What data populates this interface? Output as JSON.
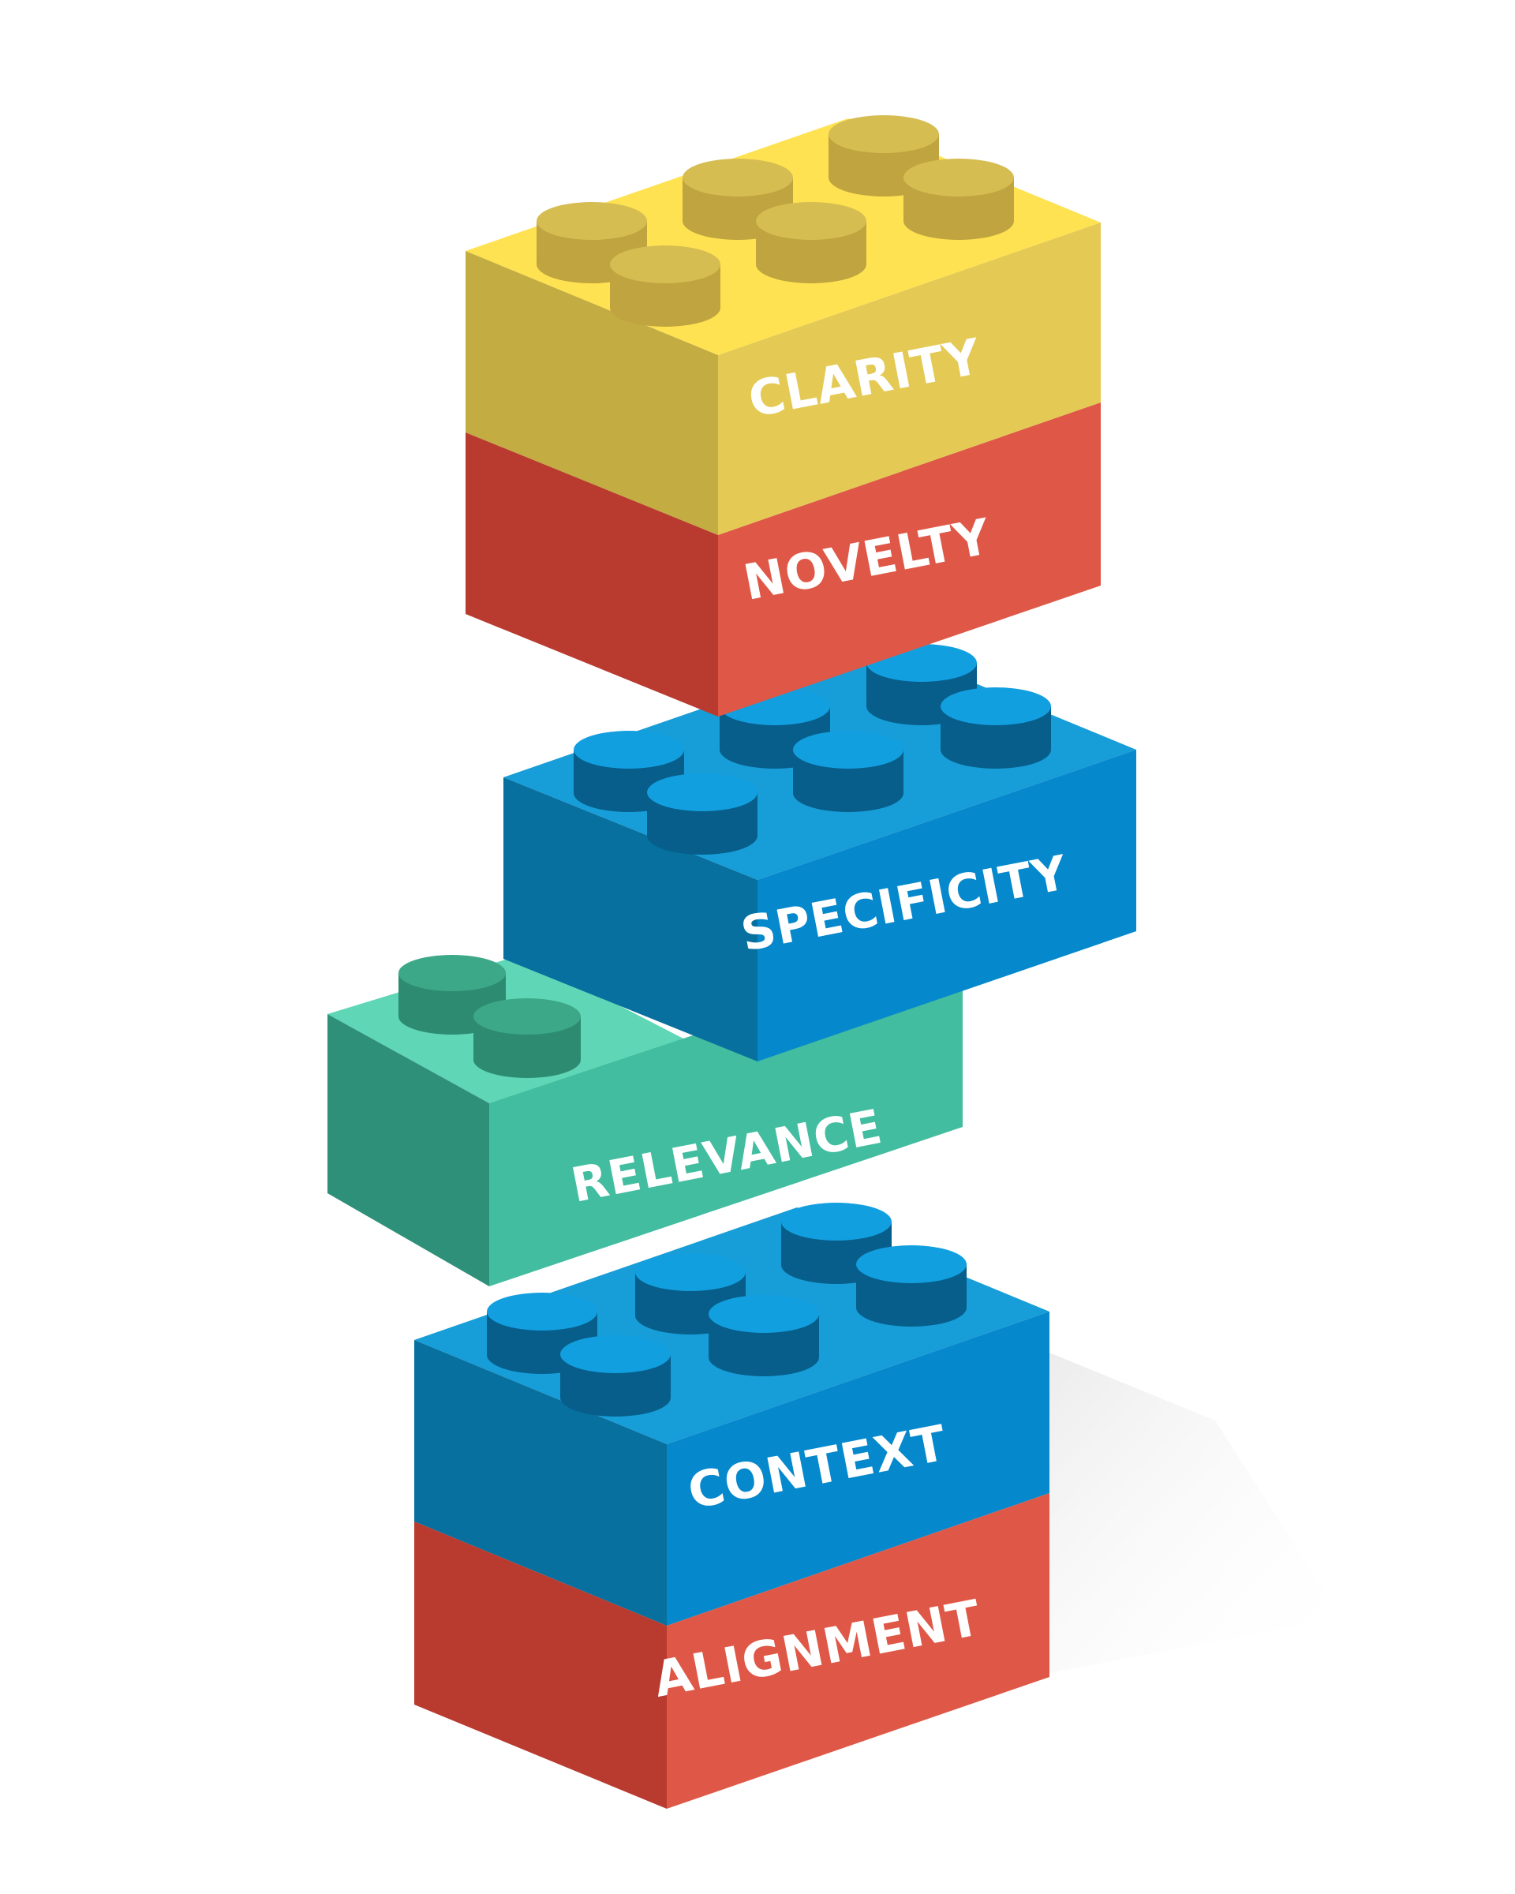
{
  "labels": {
    "clarity": "CLARITY",
    "novelty": "NOVELTY",
    "specificity": "SPECIFICITY",
    "relevance": "RELEVANCE",
    "context": "CONTEXT",
    "alignment": "ALIGNMENT"
  },
  "colors": {
    "yellow": "#e4ca55",
    "red": "#df5847",
    "blue": "#0688cc",
    "teal": "#42bda0",
    "background": "#ffffff"
  }
}
